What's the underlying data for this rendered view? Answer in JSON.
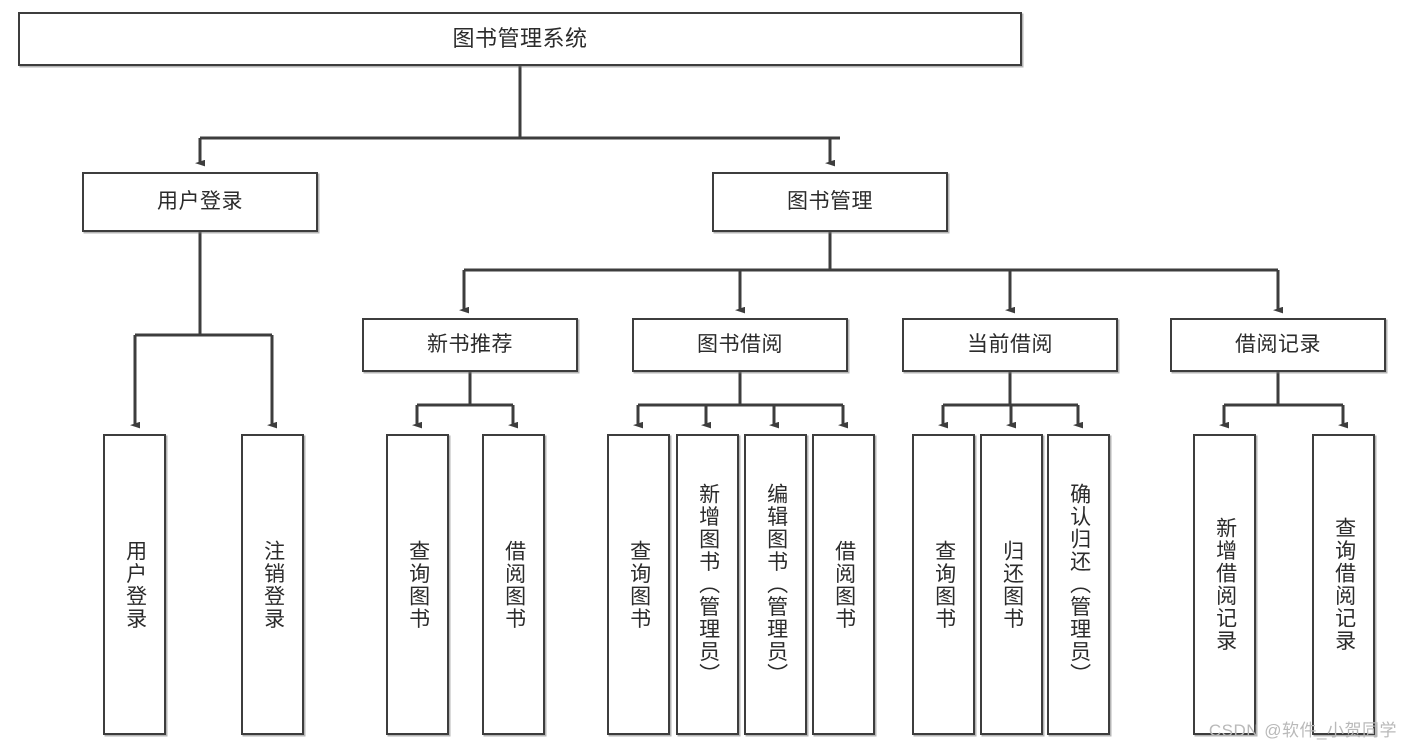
{
  "diagram": {
    "title": "图书管理系统",
    "type": "功能结构图",
    "watermark": "CSDN @软件_小贺同学",
    "line_color": "#3d3d3d",
    "box_fill": "#ffffff",
    "text_color": "#2b2b2b"
  },
  "nodes": {
    "root": {
      "label": "图书管理系统"
    },
    "level2": [
      {
        "label": "用户登录"
      },
      {
        "label": "图书管理"
      }
    ],
    "level3": [
      {
        "label": "新书推荐"
      },
      {
        "label": "图书借阅"
      },
      {
        "label": "当前借阅"
      },
      {
        "label": "借阅记录"
      }
    ],
    "leaves": {
      "user_login": [
        {
          "label": "用户登录"
        },
        {
          "label": "注销登录"
        }
      ],
      "new_book": [
        {
          "label": "查询图书"
        },
        {
          "label": "借阅图书"
        }
      ],
      "book_borrow": [
        {
          "label": "查询图书"
        },
        {
          "label": "新增图书（管理员）"
        },
        {
          "label": "编辑图书（管理员）"
        },
        {
          "label": "借阅图书"
        }
      ],
      "current_borrow": [
        {
          "label": "查询图书"
        },
        {
          "label": "归还图书"
        },
        {
          "label": "确认归还（管理员）"
        }
      ],
      "borrow_record": [
        {
          "label": "新增借阅记录"
        },
        {
          "label": "查询借阅记录"
        }
      ]
    }
  }
}
